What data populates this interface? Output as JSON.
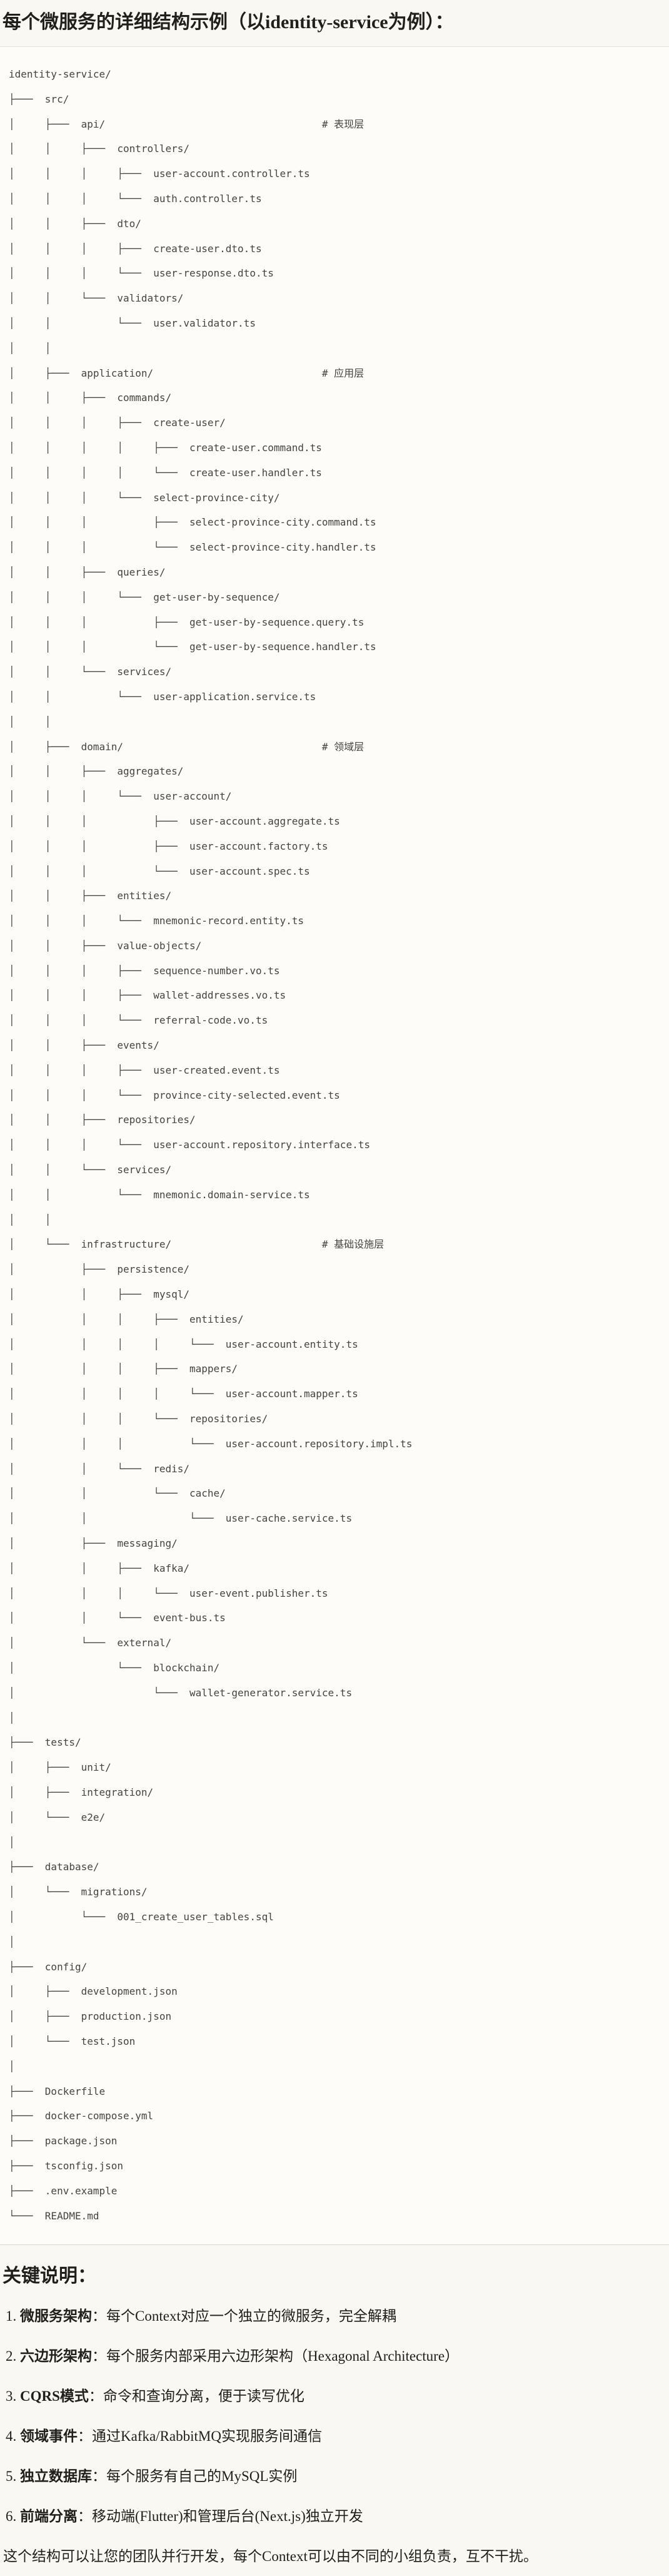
{
  "page": {
    "title": "每个微服务的详细结构示例（以identity-service为例）："
  },
  "tree": {
    "lines": [
      "identity-service/",
      "├───  src/",
      "│     ├───  api/                                    # 表现层",
      "│     │     ├───  controllers/",
      "│     │     │     ├───  user-account.controller.ts",
      "│     │     │     └───  auth.controller.ts",
      "│     │     ├───  dto/",
      "│     │     │     ├───  create-user.dto.ts",
      "│     │     │     └───  user-response.dto.ts",
      "│     │     └───  validators/",
      "│     │           └───  user.validator.ts",
      "│     │",
      "│     ├───  application/                            # 应用层",
      "│     │     ├───  commands/",
      "│     │     │     ├───  create-user/",
      "│     │     │     │     ├───  create-user.command.ts",
      "│     │     │     │     └───  create-user.handler.ts",
      "│     │     │     └───  select-province-city/",
      "│     │     │           ├───  select-province-city.command.ts",
      "│     │     │           └───  select-province-city.handler.ts",
      "│     │     ├───  queries/",
      "│     │     │     └───  get-user-by-sequence/",
      "│     │     │           ├───  get-user-by-sequence.query.ts",
      "│     │     │           └───  get-user-by-sequence.handler.ts",
      "│     │     └───  services/",
      "│     │           └───  user-application.service.ts",
      "│     │",
      "│     ├───  domain/                                 # 领域层",
      "│     │     ├───  aggregates/",
      "│     │     │     └───  user-account/",
      "│     │     │           ├───  user-account.aggregate.ts",
      "│     │     │           ├───  user-account.factory.ts",
      "│     │     │           └───  user-account.spec.ts",
      "│     │     ├───  entities/",
      "│     │     │     └───  mnemonic-record.entity.ts",
      "│     │     ├───  value-objects/",
      "│     │     │     ├───  sequence-number.vo.ts",
      "│     │     │     ├───  wallet-addresses.vo.ts",
      "│     │     │     └───  referral-code.vo.ts",
      "│     │     ├───  events/",
      "│     │     │     ├───  user-created.event.ts",
      "│     │     │     └───  province-city-selected.event.ts",
      "│     │     ├───  repositories/",
      "│     │     │     └───  user-account.repository.interface.ts",
      "│     │     └───  services/",
      "│     │           └───  mnemonic.domain-service.ts",
      "│     │",
      "│     └───  infrastructure/                         # 基础设施层",
      "│           ├───  persistence/",
      "│           │     ├───  mysql/",
      "│           │     │     ├───  entities/",
      "│           │     │     │     └───  user-account.entity.ts",
      "│           │     │     ├───  mappers/",
      "│           │     │     │     └───  user-account.mapper.ts",
      "│           │     │     └───  repositories/",
      "│           │     │           └───  user-account.repository.impl.ts",
      "│           │     └───  redis/",
      "│           │           └───  cache/",
      "│           │                 └───  user-cache.service.ts",
      "│           ├───  messaging/",
      "│           │     ├───  kafka/",
      "│           │     │     └───  user-event.publisher.ts",
      "│           │     └───  event-bus.ts",
      "│           └───  external/",
      "│                 └───  blockchain/",
      "│                       └───  wallet-generator.service.ts",
      "│",
      "├───  tests/",
      "│     ├───  unit/",
      "│     ├───  integration/",
      "│     └───  e2e/",
      "│",
      "├───  database/",
      "│     └───  migrations/",
      "│           └───  001_create_user_tables.sql",
      "│",
      "├───  config/",
      "│     ├───  development.json",
      "│     ├───  production.json",
      "│     └───  test.json",
      "│",
      "├───  Dockerfile",
      "├───  docker-compose.yml",
      "├───  package.json",
      "├───  tsconfig.json",
      "├───  .env.example",
      "└───  README.md"
    ]
  },
  "notes": {
    "heading": "关键说明：",
    "items": [
      {
        "num": "1.",
        "term": "微服务架构",
        "desc": "：每个Context对应一个独立的微服务，完全解耦"
      },
      {
        "num": "2.",
        "term": "六边形架构",
        "desc": "：每个服务内部采用六边形架构（Hexagonal Architecture）"
      },
      {
        "num": "3.",
        "term": "CQRS模式",
        "desc": "：命令和查询分离，便于读写优化"
      },
      {
        "num": "4.",
        "term": "领域事件",
        "desc": "：通过Kafka/RabbitMQ实现服务间通信"
      },
      {
        "num": "5.",
        "term": "独立数据库",
        "desc": "：每个服务有自己的MySQL实例"
      },
      {
        "num": "6.",
        "term": "前端分离",
        "desc": "：移动端(Flutter)和管理后台(Next.js)独立开发"
      }
    ],
    "footer": "这个结构可以让您的团队并行开发，每个Context可以由不同的小组负责，互不干扰。"
  },
  "colors": {
    "page_background": "#f9f8f2",
    "code_background": "#fdfcf8",
    "code_border_top": "#e2e0d8",
    "code_border_bottom": "#d9d7cf",
    "tree_text": "#45443f",
    "body_text": "#201f1b"
  }
}
